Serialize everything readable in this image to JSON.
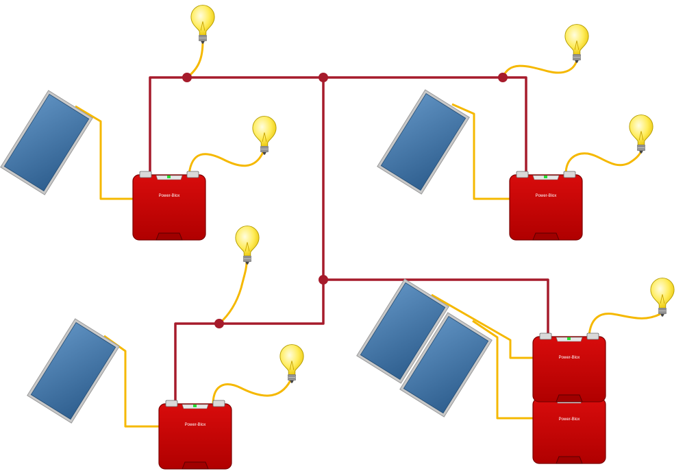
{
  "diagram": {
    "device_label": "Power-Blox",
    "colors": {
      "grid_wire": "#a61b2b",
      "pv_wire": "#f5b800",
      "box_red": "#c00000",
      "panel_blue": "#3f76a8",
      "bulb_yellow": "#ffe94d"
    },
    "units": [
      {
        "id": "top-left",
        "device_count": 1,
        "panel_count": 1,
        "lamp_count": 1
      },
      {
        "id": "top-right",
        "device_count": 1,
        "panel_count": 1,
        "lamp_count": 1
      },
      {
        "id": "bottom-left",
        "device_count": 1,
        "panel_count": 1,
        "lamp_count": 1
      },
      {
        "id": "bottom-right",
        "device_count": 2,
        "panel_count": 2,
        "lamp_count": 1
      }
    ],
    "grid_lamp_count": 3
  }
}
